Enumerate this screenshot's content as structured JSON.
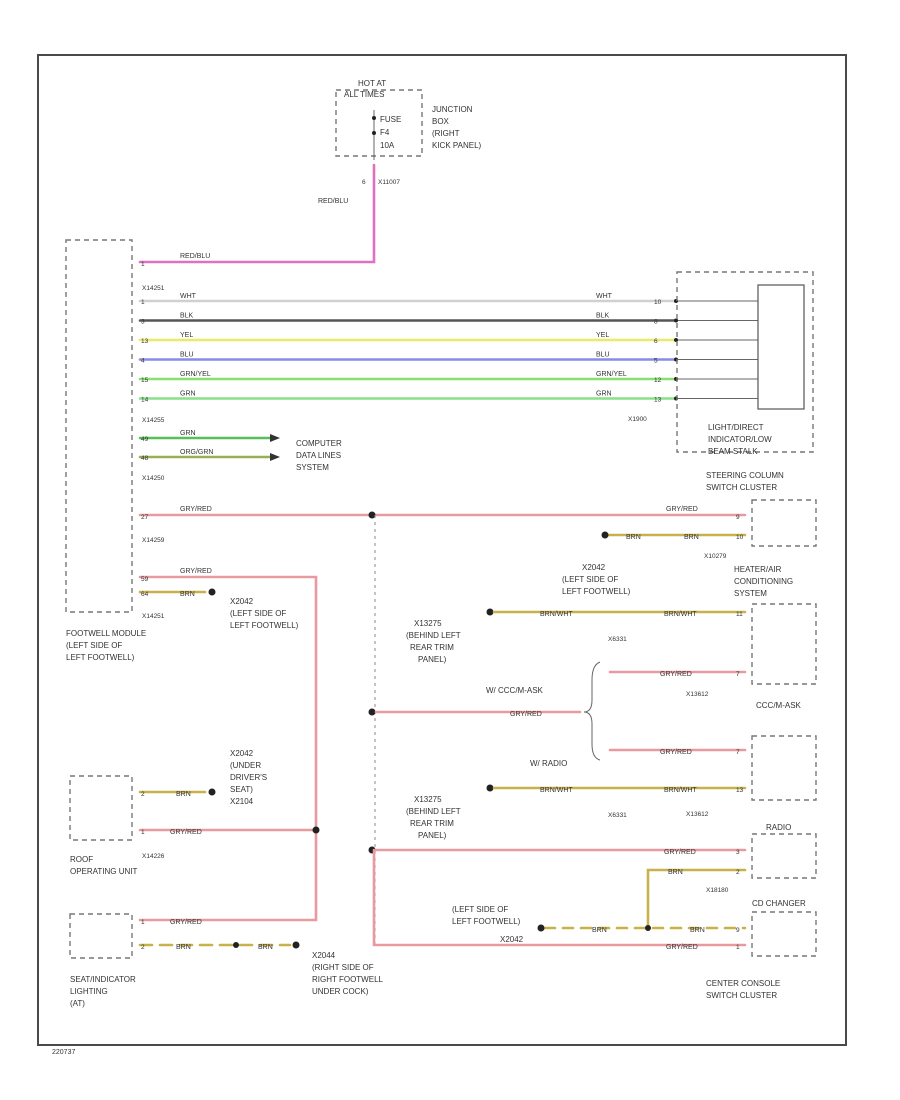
{
  "diagram_code": "220737",
  "fuse_block": {
    "hot_at_lines": [
      "HOT AT",
      "ALL TIMES"
    ],
    "fuse_lines": [
      "FUSE",
      "F4",
      "10A"
    ],
    "location_lines": [
      "JUNCTION",
      "BOX",
      "(RIGHT",
      "KICK PANEL)"
    ],
    "connector": "X11007",
    "pin": "6"
  },
  "footwell_module": {
    "label_lines": [
      "FOOTWELL MODULE",
      "(LEFT SIDE OF",
      "LEFT FOOTWELL)"
    ],
    "connectors": {
      "c1": "X14251",
      "c2": "X14255",
      "c3": "X14250",
      "c4": "X14259",
      "c5": "X14251"
    }
  },
  "wires": {
    "supply": {
      "pin": "1",
      "color": "RED/BLU",
      "left_label": "RED/BLU"
    },
    "steering": [
      {
        "pin_left": "1",
        "pin_right": "10",
        "color": "WHT",
        "stroke": "#d0d0d0"
      },
      {
        "pin_left": "3",
        "pin_right": "8",
        "color": "BLK",
        "stroke": "#555555"
      },
      {
        "pin_left": "13",
        "pin_right": "6",
        "color": "YEL",
        "stroke": "#eaea66"
      },
      {
        "pin_left": "4",
        "pin_right": "5",
        "color": "BLU",
        "stroke": "#8a8ae8"
      },
      {
        "pin_left": "15",
        "pin_right": "12",
        "color": "GRN/YEL",
        "stroke": "#88e070"
      },
      {
        "pin_left": "14",
        "pin_right": "13",
        "color": "GRN",
        "stroke": "#8ae08a"
      }
    ],
    "data": [
      {
        "pin": "49",
        "color": "GRN",
        "stroke": "#55c055"
      },
      {
        "pin": "48",
        "color": "ORG/GRN",
        "stroke": "#9ab050"
      }
    ],
    "grn_red": "GRY/RED",
    "brn": "BRN",
    "brn_wht": "BRN/WHT",
    "pin_27": "27",
    "pin_59": "59",
    "pin_64": "64",
    "pin_2": "2",
    "pin_1": "1",
    "pin_9": "9",
    "pin_10": "10",
    "pin_11": "11",
    "pin_7": "7",
    "pin_3": "3",
    "pin_13": "13"
  },
  "computer_data_lines": [
    "COMPUTER",
    "DATA LINES",
    "SYSTEM"
  ],
  "light_switch": {
    "label_lines": [
      "LIGHT/DIRECT",
      "INDICATOR/LOW",
      "BEAM STALK"
    ],
    "connector": "X1900"
  },
  "steering_column": {
    "label_lines": [
      "STEERING COLUMN",
      "SWITCH CLUSTER"
    ],
    "connector": "X10279"
  },
  "grounds": {
    "g1": {
      "code": "X2042",
      "lines": [
        "(LEFT SIDE OF",
        "LEFT FOOTWELL)"
      ]
    },
    "g2": {
      "code": "X2042",
      "lines": [
        "(LEFT SIDE OF",
        "LEFT FOOTWELL)"
      ]
    },
    "g3": {
      "code": "X2042",
      "lines": [
        "(UNDER",
        "DRIVER'S",
        "SEAT)",
        "X2104"
      ]
    },
    "g4": {
      "code": "X2044",
      "lines": [
        "(RIGHT SIDE OF",
        "RIGHT FOOTWELL",
        "UNDER COCK)"
      ]
    },
    "g5": {
      "code": "X2042",
      "lines": [
        "(LEFT SIDE OF",
        "LEFT FOOTWELL)"
      ]
    }
  },
  "heater": {
    "label_lines": [
      "HEATER/AIR",
      "CONDITIONING",
      "SYSTEM"
    ]
  },
  "rear_trim_1": {
    "connector": "X13275",
    "lines": [
      "(BEHIND LEFT",
      "REAR TRIM",
      "PANEL)"
    ],
    "splice": "X6331"
  },
  "rear_trim_2": {
    "connector": "X13275",
    "lines": [
      "(BEHIND LEFT",
      "REAR TRIM",
      "PANEL)"
    ],
    "splice": "X6331"
  },
  "ccc": {
    "branch_label": "W/ CCC/M-ASK",
    "connector": "X13612",
    "label": "CCC/M-ASK"
  },
  "radio": {
    "branch_label": "W/ RADIO",
    "connector": "X13612",
    "label": "RADIO"
  },
  "cd_changer": {
    "connector": "X18180",
    "label": "CD CHANGER"
  },
  "roof_unit": {
    "label_lines": [
      "ROOF",
      "OPERATING UNIT"
    ],
    "connector": "X14226"
  },
  "seat_indicator": {
    "label_lines": [
      "SEAT/INDICATOR",
      "LIGHTING",
      "(AT)"
    ]
  },
  "center_console": {
    "label_lines": [
      "CENTER CONSOLE",
      "SWITCH CLUSTER"
    ]
  }
}
